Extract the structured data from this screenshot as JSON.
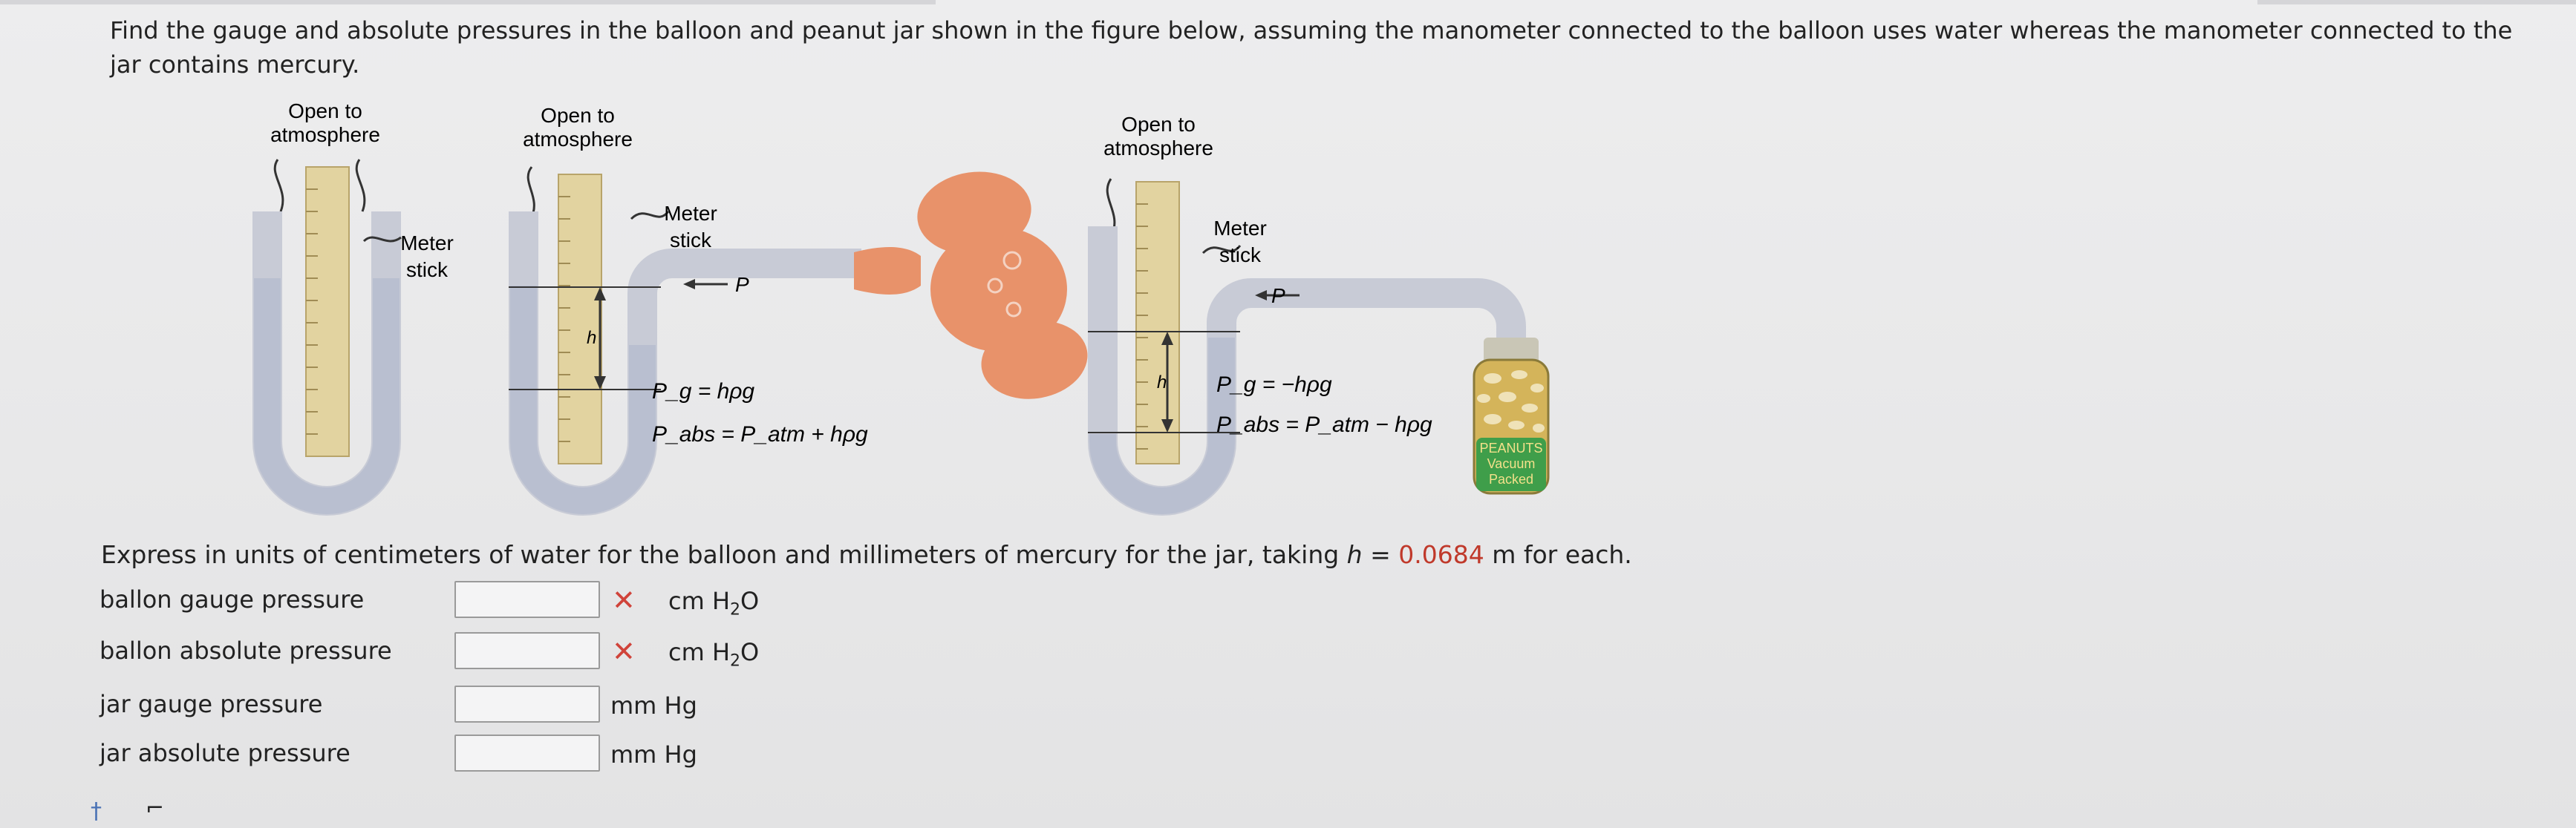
{
  "problem": {
    "prompt": "Find the gauge and absolute pressures in the balloon and peanut jar shown in the figure below, assuming the manometer connected to the balloon uses water whereas the manometer connected to the jar contains mercury.",
    "figure": {
      "open_to": "Open to",
      "atmosphere": "atmosphere",
      "meter": "Meter",
      "stick": "stick",
      "p": "P",
      "h": "h",
      "balloon_gauge_eq": "P_g = hρg",
      "balloon_abs_eq": "P_abs = P_atm + hρg",
      "jar_gauge_eq": "P_g = −hρg",
      "jar_abs_eq": "P_abs = P_atm − hρg",
      "jar_label_1": "PEANUTS",
      "jar_label_2": "Vacuum",
      "jar_label_3": "Packed"
    },
    "express_prefix": "Express in units of centimeters of water for the balloon and millimeters of mercury for the jar, taking ",
    "h_var": "h",
    "equals": " = ",
    "h_value": "0.0684",
    "express_suffix": " m for each."
  },
  "answers": [
    {
      "label": "ballon gauge pressure",
      "value": "",
      "unit": "cm H",
      "unit_sub": "2",
      "unit_end": "O",
      "status": "incorrect"
    },
    {
      "label": "ballon absolute pressure",
      "value": "",
      "unit": "cm H",
      "unit_sub": "2",
      "unit_end": "O",
      "status": "incorrect"
    },
    {
      "label": "jar gauge pressure",
      "value": "",
      "unit": "mm Hg",
      "unit_sub": "",
      "unit_end": "",
      "status": "none"
    },
    {
      "label": "jar absolute pressure",
      "value": "",
      "unit": "mm Hg",
      "unit_sub": "",
      "unit_end": "",
      "status": "none"
    }
  ],
  "marks": {
    "incorrect": "✕",
    "cursor": "†",
    "dash": "⌐"
  },
  "colors": {
    "highlight": "#c0392b",
    "error": "#d0433a",
    "balloon": "#e8926a",
    "tube": "#c8cbd6",
    "fluid": "#b9bfd0",
    "stick": "#e2d3a0"
  }
}
